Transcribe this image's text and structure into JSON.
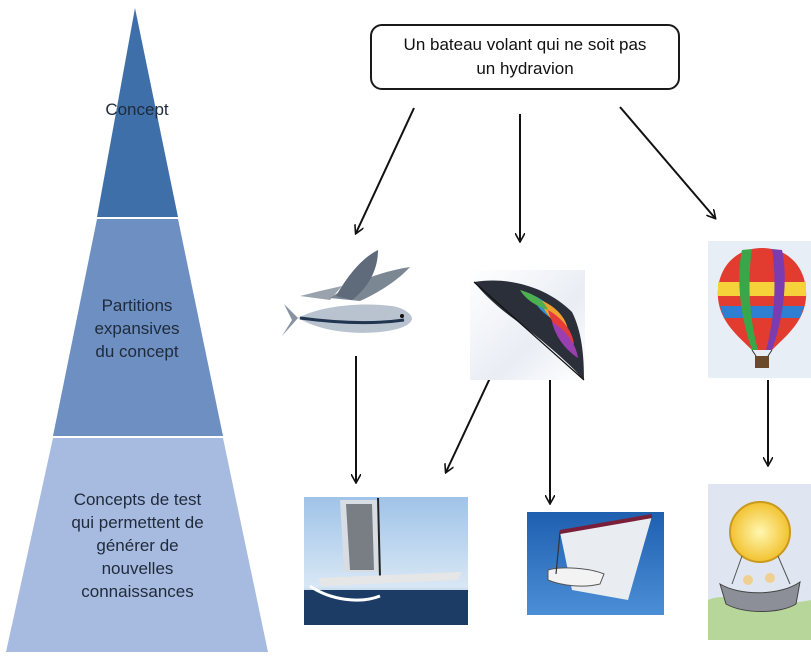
{
  "pyramid": {
    "levels": [
      {
        "lines": [
          "Concept"
        ],
        "color": "#3f6fa8"
      },
      {
        "lines": [
          "Partitions",
          "expansives",
          "du concept"
        ],
        "color": "#6e8fc2"
      },
      {
        "lines": [
          "Concepts de test",
          "qui permettent de",
          "générer de",
          "nouvelles",
          "connaissances"
        ],
        "color": "#a7bbe0"
      }
    ]
  },
  "root_box": {
    "line1": "Un bateau volant qui ne soit pas",
    "line2": "un hydravion"
  },
  "images": {
    "level2": [
      "flying-fish",
      "stunt-kite",
      "hot-air-balloon"
    ],
    "level3": [
      "hydrofoil-trimaran",
      "kite-wing-boat",
      "balloon-boat-illustration"
    ]
  }
}
